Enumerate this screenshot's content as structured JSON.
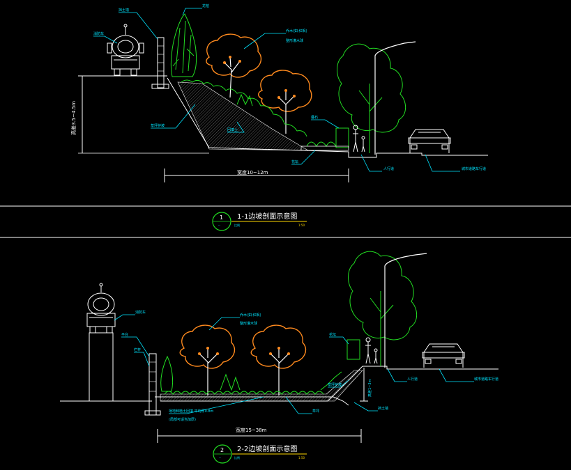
{
  "colors": {
    "background": "#000000",
    "leader": "#00e5ff",
    "line": "#ffffff",
    "tree_canopy": "#ff8a1e",
    "foliage": "#22dd22",
    "title_ring": "#22dd22",
    "scale": "#ffd800"
  },
  "section1": {
    "title": "1-1边坡剖面示意图",
    "number": "1",
    "sheet_ref": "--",
    "subtitle": "比例",
    "scale": "1:50",
    "height_dim": "高差3.5~4.5m",
    "width_dim": "宽度10~12m",
    "labels": {
      "tanker": "消防车",
      "wall": "挡土墙",
      "cypress": "龙柏",
      "tree_main": "乔木(如:红枫)",
      "tree_sub": "整形灌木球",
      "slope_plant": "草坪护坡",
      "slope_fill": "回填土",
      "stone": "叠石",
      "planter": "花坛",
      "footpath": "人行道",
      "road": "城市道路车行道"
    }
  },
  "section2": {
    "title": "2-2边坡剖面示意图",
    "number": "2",
    "sheet_ref": "--",
    "subtitle": "比例",
    "scale": "1:50",
    "height_dim": "高差1~3m",
    "width_dim": "宽度15~38m",
    "labels": {
      "tanker": "消防车",
      "platform": "平台",
      "wall": "挡土墙",
      "guard": "栏杆",
      "tree_main": "乔木(如:红枫)",
      "tree_sub": "整形灌木球",
      "note_1": "场地种植土回填 平均厚0.8m",
      "note_2": "(局部可适当加厚)",
      "lawn": "草坪",
      "slope": "草坪护坡",
      "planter": "花坛",
      "footpath": "人行道",
      "road": "城市道路车行道"
    }
  }
}
